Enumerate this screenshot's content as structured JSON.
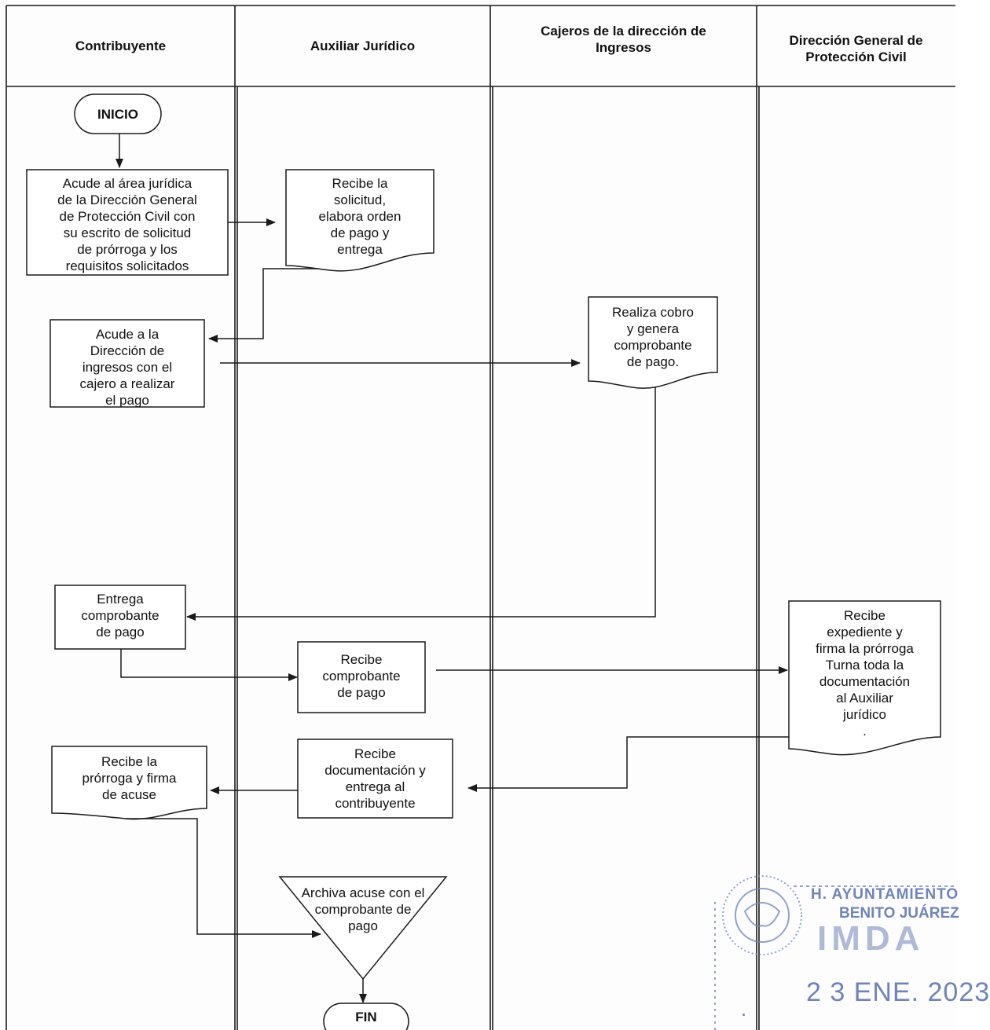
{
  "lanes": [
    {
      "id": "contribuyente",
      "title": "Contribuyente"
    },
    {
      "id": "auxiliar",
      "title": "Auxiliar Jurídico"
    },
    {
      "id": "cajeros",
      "title": "Cajeros de la dirección de\nIngresos"
    },
    {
      "id": "dgpc",
      "title": "Dirección General de\nProtección Civil"
    }
  ],
  "steps": {
    "start": "INICIO",
    "acude_area_juridica": "Acude al área jurídica\nde la Dirección General\nde Protección Civil con\nsu escrito de solicitud\nde prórroga y los\nrequisitos solicitados",
    "recibe_solicitud": "Recibe la\nsolicitud,\nelabora orden\nde pago y\nentrega",
    "acude_ingresos": "Acude a la\nDirección de\ningresos con el\ncajero a realizar\nel pago",
    "realiza_cobro": "Realiza cobro\ny genera\ncomprobante\nde pago.",
    "entrega_comprobante": "Entrega\ncomprobante\nde pago",
    "recibe_comprobante": "Recibe\ncomprobante\nde pago",
    "recibe_expediente": "Recibe\nexpediente y\nfirma la prórroga\nTurna toda la\ndocumentación\nal Auxiliar\njurídico\n.",
    "recibe_documentacion": "Recibe\ndocumentación y\nentrega al\ncontribuyente",
    "recibe_prorroga": "Recibe la\nprórroga y firma\nde acuse",
    "archiva": "Archiva acuse con el\ncomprobante de\npago",
    "end": "FIN"
  },
  "stamp": {
    "line1": "H. AYUNTAMIENTO",
    "line2": "BENITO JUÁREZ",
    "line3": "IMDA",
    "date": "2 3 ENE. 2023"
  },
  "colors": {
    "line": "#1a1a1a",
    "stamp": "#6f84b8"
  }
}
